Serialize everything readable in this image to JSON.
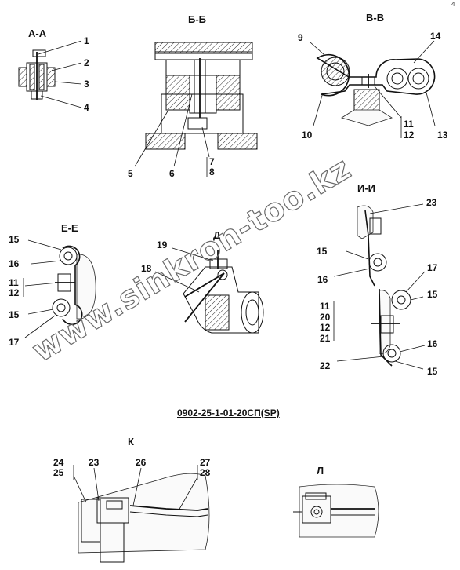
{
  "corner_mark": "4",
  "watermark": "www.sinkron-too.kz",
  "drawing_code": "0902-25-1-01-20СП(SP)",
  "views": {
    "aa": {
      "title": "А-А",
      "callouts": [
        "1",
        "2",
        "3",
        "4"
      ]
    },
    "bb": {
      "title": "Б-Б",
      "callouts": [
        "5",
        "6",
        "7",
        "8"
      ]
    },
    "vv": {
      "title": "В-В",
      "callouts": [
        "9",
        "14",
        "10",
        "11",
        "12",
        "13"
      ]
    },
    "ee": {
      "title": "Е-Е",
      "callouts": [
        "15",
        "16",
        "11",
        "12",
        "15",
        "17"
      ]
    },
    "d": {
      "title": "Д",
      "callouts": [
        "19",
        "18"
      ]
    },
    "ii": {
      "title": "И-И",
      "callouts": [
        "23",
        "15",
        "16",
        "17",
        "15",
        "11",
        "20",
        "12",
        "21",
        "16",
        "22",
        "15"
      ]
    },
    "k": {
      "title": "К",
      "callouts": [
        "24",
        "25",
        "23",
        "26",
        "27",
        "28"
      ]
    },
    "l": {
      "title": "Л"
    }
  }
}
